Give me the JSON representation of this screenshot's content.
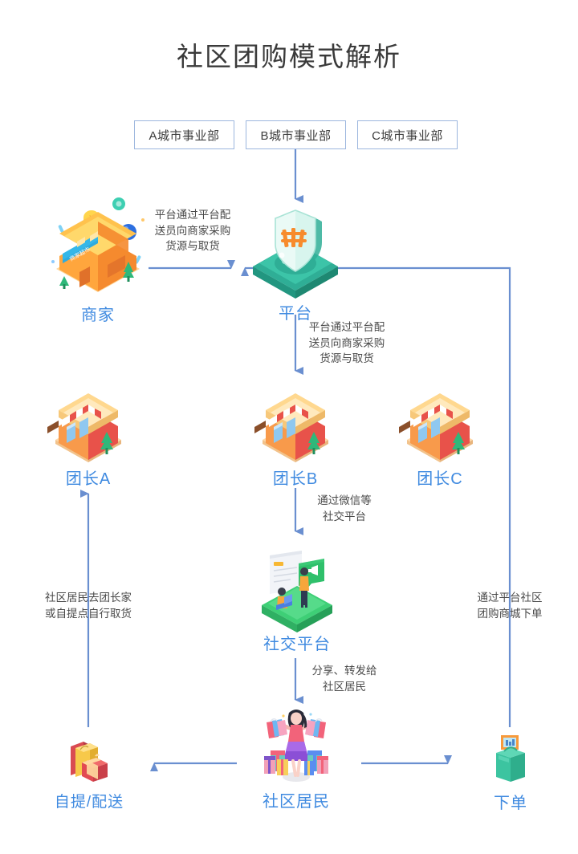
{
  "page": {
    "title": "社区团购模式解析",
    "bg_color": "#ffffff",
    "title_color": "#3a3a3a",
    "node_label_color": "#3f8ae0",
    "caption_color": "#4a4a4a",
    "arrow_color": "#6a8fd0",
    "box_border_color": "#9cb6de"
  },
  "departments": [
    {
      "label": "A城市事业部"
    },
    {
      "label": "B城市事业部"
    },
    {
      "label": "C城市事业部"
    }
  ],
  "nodes": {
    "merchant": {
      "label": "商家",
      "icon": "store-orange-icon"
    },
    "platform": {
      "label": "平台",
      "icon": "platform-shield-icon"
    },
    "leader_a": {
      "label": "团长A",
      "icon": "shop-red-icon"
    },
    "leader_b": {
      "label": "团长B",
      "icon": "shop-red-icon"
    },
    "leader_c": {
      "label": "团长C",
      "icon": "shop-red-icon"
    },
    "social": {
      "label": "社交平台",
      "icon": "social-platform-icon"
    },
    "residents": {
      "label": "社区居民",
      "icon": "shopper-woman-icon"
    },
    "pickup": {
      "label": "自提/配送",
      "icon": "gift-bag-icon"
    },
    "order": {
      "label": "下单",
      "icon": "order-bag-icon"
    }
  },
  "captions": {
    "merchant_to_platform": "平台通过平台配\n送员向商家采购\n货源与取货",
    "merchant_to_platform_l1": "平台通过平台配",
    "merchant_to_platform_l2": "送员向商家采购",
    "merchant_to_platform_l3": "货源与取货",
    "platform_to_leader_l1": "平台通过平台配",
    "platform_to_leader_l2": "送员向商家采购",
    "platform_to_leader_l3": "货源与取货",
    "leader_to_social_l1": "通过微信等",
    "leader_to_social_l2": "社交平台",
    "social_to_residents_l1": "分享、转发给",
    "social_to_residents_l2": "社区居民",
    "pickup_note_l1": "社区居民去团长家",
    "pickup_note_l2": "或自提点自行取货",
    "order_note_l1": "通过平台社区",
    "order_note_l2": "团购商城下单"
  }
}
